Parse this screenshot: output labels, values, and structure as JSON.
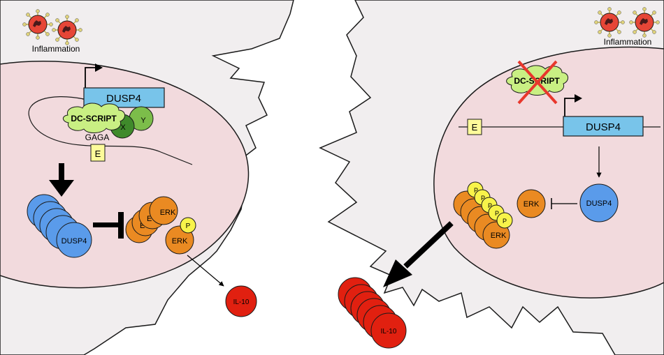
{
  "labels": {
    "inflammation": "Inflammation",
    "dusp4_gene": "DUSP4",
    "dc_script": "DC-SCRIPT",
    "x_protein": "X",
    "y_protein": "Y",
    "gaga": "GAGA",
    "e_box": "E",
    "dusp4_protein": "DUSP4",
    "dusp4_partial": "D",
    "erk": "ERK",
    "erk_partial": "E",
    "p": "P",
    "il10": "IL-10"
  },
  "colors": {
    "cell_fill": "#f1eeef",
    "nucleus_fill": "#f2dadd",
    "gene_fill": "#78c4ea",
    "dc_script_fill": "#c9ef83",
    "x_fill": "#3f8a2b",
    "y_fill": "#7cbd4a",
    "e_box_fill": "#fdfb9a",
    "dusp4_fill": "#5a9bea",
    "erk_fill": "#ea8a22",
    "p_fill": "#f8f34a",
    "il10_fill": "#e12010",
    "virus_fill": "#e64637",
    "virus_spike": "#c9b54a",
    "cross": "#e8372c"
  }
}
